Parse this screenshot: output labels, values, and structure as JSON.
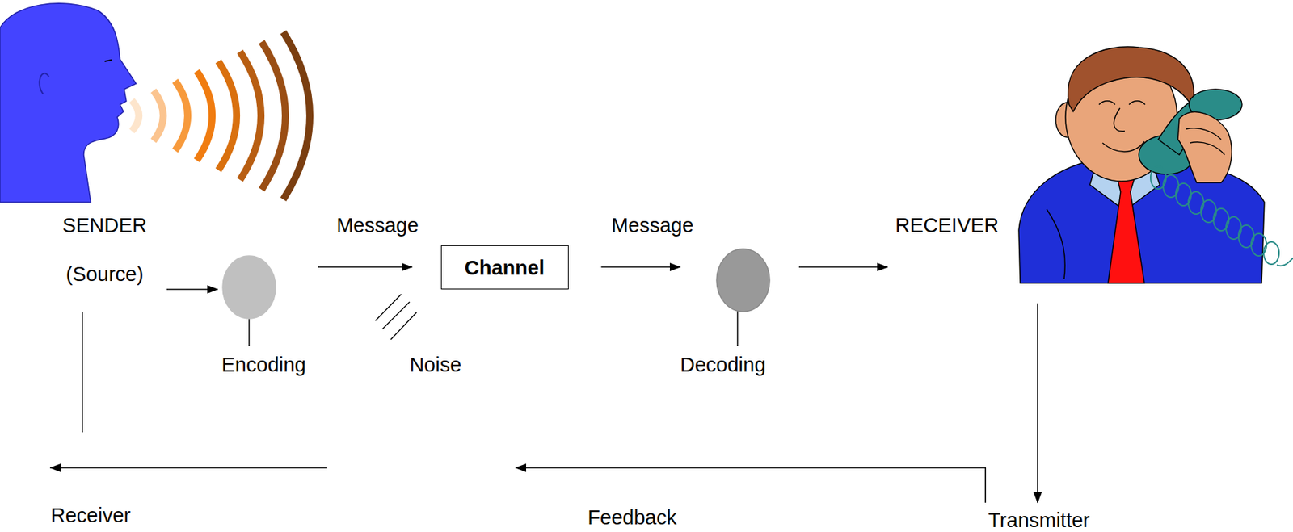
{
  "diagram": {
    "nodes": [
      {
        "text": [
          "SENDER",
          "(Source)"
        ]
      },
      {
        "text": [
          "Encoding"
        ]
      },
      {
        "text": [
          "Channel"
        ]
      },
      {
        "text": [
          "Decoding"
        ]
      },
      {
        "text": [
          "RECEIVER"
        ]
      },
      {
        "text": [
          "Transmitter"
        ]
      },
      {
        "text": [
          "Receiver"
        ]
      }
    ],
    "edges": [
      {
        "from": 0,
        "to": 1,
        "arrow": "to"
      },
      {
        "from": 1,
        "to": 2,
        "label": "Message",
        "arrow": "to"
      },
      {
        "from": 2,
        "to": 3,
        "label": "Message",
        "arrow": "to"
      },
      {
        "from": 3,
        "to": 4,
        "arrow": "to"
      },
      {
        "from": 4,
        "to": 5,
        "arrow": "to"
      },
      {
        "from": 5,
        "to": 6,
        "label": "Feedback",
        "arrow": "to"
      },
      {
        "from": 0,
        "to": 6,
        "arrow": "none"
      }
    ],
    "labels": [
      "Noise"
    ]
  }
}
